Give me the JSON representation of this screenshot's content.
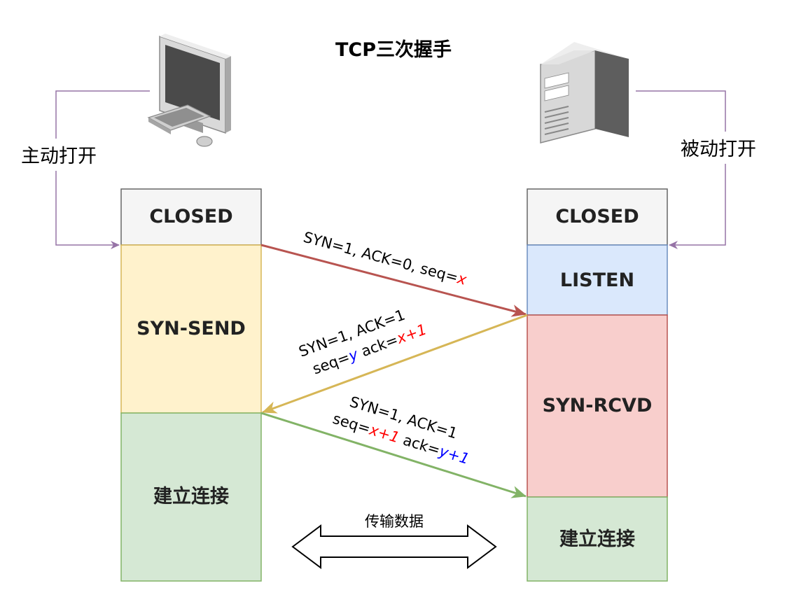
{
  "title": "TCP三次握手",
  "client": {
    "open_label": "主动打开",
    "states": [
      "CLOSED",
      "SYN-SEND",
      "建立连接"
    ]
  },
  "server": {
    "open_label": "被动打开",
    "states": [
      "CLOSED",
      "LISTEN",
      "SYN-RCVD",
      "建立连接"
    ]
  },
  "messages": {
    "m1": {
      "line1_prefix": "SYN=1, ACK=0, seq=",
      "line1_var": "x"
    },
    "m2": {
      "line1": "SYN=1, ACK=1",
      "line2_a": "seq=",
      "line2_b": "y",
      "line2_c": " ack=",
      "line2_d": "x+1"
    },
    "m3": {
      "line1": "SYN=1, ACK=1",
      "line2_a": "seq=",
      "line2_b": "x+1",
      "line2_c": " ack=",
      "line2_d": "y+1"
    }
  },
  "transfer_label": "传输数据",
  "colors": {
    "closed_fill": "#f5f5f5",
    "closed_stroke": "#666666",
    "synsend_fill": "#fff2cc",
    "synsend_stroke": "#d6b656",
    "established_fill": "#d5e8d4",
    "established_stroke": "#82b366",
    "listen_fill": "#dae8fc",
    "listen_stroke": "#6c8ebf",
    "synrcvd_fill": "#f8cecc",
    "synrcvd_stroke": "#b85450",
    "arrow1": "#b85450",
    "arrow2": "#d6b656",
    "arrow3": "#82b366",
    "open_line": "#9673a6"
  }
}
